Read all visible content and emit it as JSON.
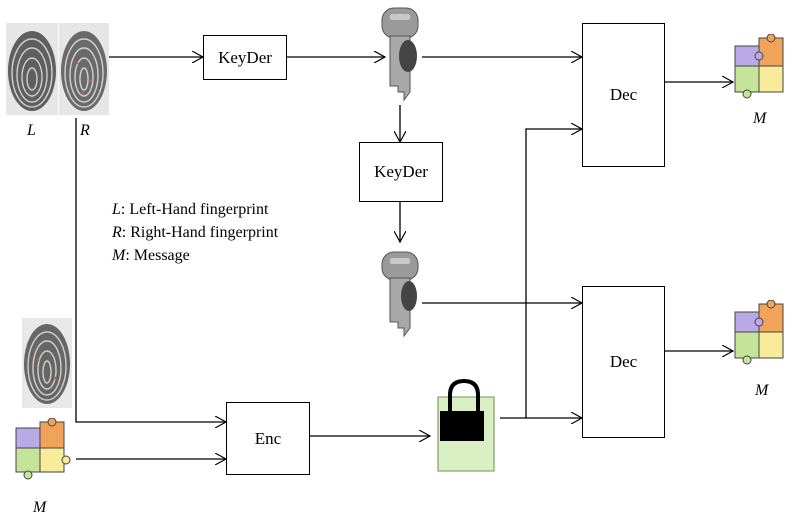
{
  "diagram": {
    "boxes": {
      "keyder_top": "KeyDer",
      "keyder_mid": "KeyDer",
      "enc": "Enc",
      "dec_top": "Dec",
      "dec_bottom": "Dec"
    },
    "labels": {
      "left": "L",
      "right": "R",
      "message_top": "M",
      "message_bottom": "M",
      "message_input": "M"
    },
    "legend": [
      {
        "key": "L",
        "text": ": Left-Hand fingerprint"
      },
      {
        "key": "R",
        "text": ": Right-Hand fingerprint"
      },
      {
        "key": "M",
        "text": ": Message"
      }
    ],
    "icons": [
      "left-fingerprint-icon",
      "right-fingerprint-icon",
      "third-fingerprint-icon",
      "key-icon",
      "puzzle-icon",
      "padlock-icon"
    ],
    "colors": {
      "puzzle_purple": "#b9a9e6",
      "puzzle_orange": "#f2a35a",
      "puzzle_green": "#c6e39a",
      "puzzle_yellow": "#f8ec9a",
      "padlock_body": "#d9efc4",
      "fingerprint": "#6e6e6e"
    }
  }
}
